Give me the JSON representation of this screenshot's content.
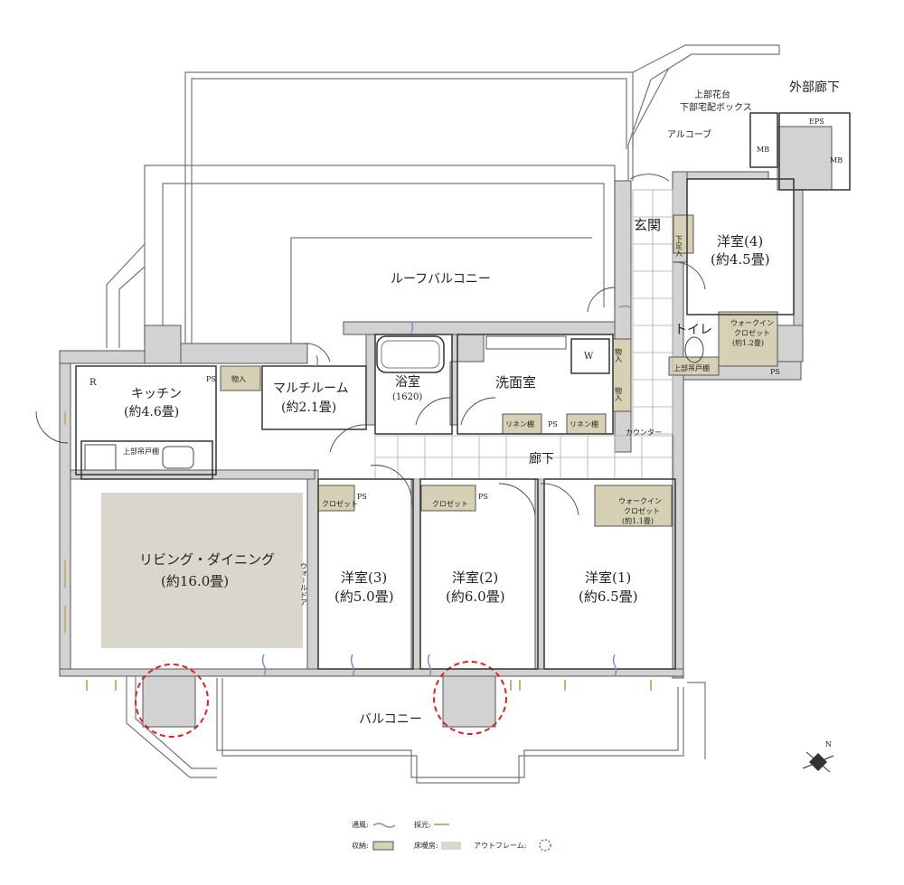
{
  "rooms": {
    "outer_corridor": "外部廊下",
    "upper_flower_bed": "上部花台",
    "delivery_box": "下部宅配ボックス",
    "alcove": "アルコーブ",
    "eps": "EPS",
    "mb1": "MB",
    "mb2": "MB",
    "entrance": "玄関",
    "shoe_storage": "下足入",
    "western4_name": "洋室(4)",
    "western4_size": "(約4.5畳)",
    "roof_balcony": "ルーフバルコニー",
    "toilet": "トイレ",
    "wic1_name": "ウォークイン",
    "wic1_name2": "クロゼット",
    "wic1_size": "(約1.2畳)",
    "upper_cabinet_toilet": "上部吊戸棚",
    "ps_toilet": "PS",
    "storage_a": "物入",
    "storage_b": "物入",
    "washroom": "洗面室",
    "w": "W",
    "linen1": "リネン棚",
    "linen2": "リネン棚",
    "ps_wash": "PS",
    "counter": "カウンター",
    "bath_name": "浴室",
    "bath_size": "(1620)",
    "multi_name": "マルチルーム",
    "multi_size": "(約2.1畳)",
    "storage_kitchen": "物入",
    "ps_kitchen": "PS",
    "kitchen_name": "キッチン",
    "kitchen_size": "(約4.6畳)",
    "r": "R",
    "upper_cabinet_kitchen": "上部吊戸棚",
    "corridor": "廊下",
    "closet3": "クロゼット",
    "ps3": "PS",
    "closet2": "クロゼット",
    "ps2": "PS",
    "wic2_name": "ウォークイン",
    "wic2_name2": "クロゼット",
    "wic2_size": "(約1.1畳)",
    "living_name": "リビング・ダイニング",
    "living_size": "(約16.0畳)",
    "wall_door": "ウォールドア",
    "western3_name": "洋室(3)",
    "western3_size": "(約5.0畳)",
    "western2_name": "洋室(2)",
    "western2_size": "(約6.0畳)",
    "western1_name": "洋室(1)",
    "western1_size": "(約6.5畳)",
    "balcony": "バルコニー",
    "north": "N"
  },
  "legend": {
    "ventilation": "通風:",
    "daylight": "採光:",
    "storage": "収納:",
    "floor_heating": "床暖房:",
    "outframe": "アウトフレーム:"
  },
  "colors": {
    "storage": "#d6d1b4",
    "floor_heating": "#d9d6cc",
    "outframe": "#e02020",
    "ventilation": "#7a93b8",
    "daylight": "#c8b27a"
  }
}
